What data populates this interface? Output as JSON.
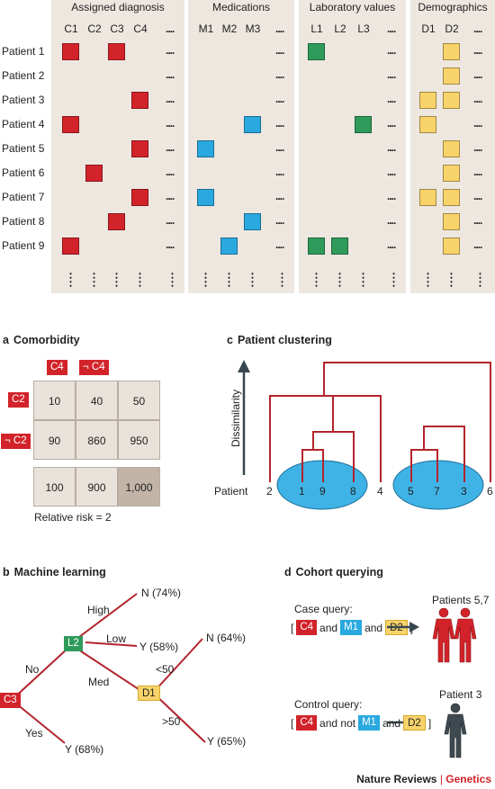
{
  "colors": {
    "diagnosis": "#d2232a",
    "medication": "#29a9df",
    "lab": "#2f9a5a",
    "demographic": "#f8d36a",
    "panel_bg": "#ede7e0",
    "tree_line": "#b3242c",
    "cluster_fill": "#3fb3e6",
    "genetics": "#d2232a"
  },
  "matrix": {
    "groups": [
      {
        "title": "Assigned diagnosis",
        "columns": [
          "C1",
          "C2",
          "C3",
          "C4"
        ],
        "more": "...."
      },
      {
        "title": "Medications",
        "columns": [
          "M1",
          "M2",
          "M3"
        ],
        "more": "...."
      },
      {
        "title": "Laboratory values",
        "columns": [
          "L1",
          "L2",
          "L3"
        ],
        "more": "...."
      },
      {
        "title": "Demographics",
        "columns": [
          "D1",
          "D2"
        ],
        "more": "...."
      }
    ],
    "patients": [
      "Patient 1",
      "Patient 2",
      "Patient 3",
      "Patient 4",
      "Patient 5",
      "Patient 6",
      "Patient 7",
      "Patient 8",
      "Patient 9"
    ],
    "marks": [
      {
        "patient": 1,
        "column": "C1"
      },
      {
        "patient": 1,
        "column": "C3"
      },
      {
        "patient": 1,
        "column": "L1"
      },
      {
        "patient": 1,
        "column": "D2"
      },
      {
        "patient": 2,
        "column": "D2"
      },
      {
        "patient": 3,
        "column": "C4"
      },
      {
        "patient": 3,
        "column": "D1"
      },
      {
        "patient": 3,
        "column": "D2"
      },
      {
        "patient": 4,
        "column": "C1"
      },
      {
        "patient": 4,
        "column": "M3"
      },
      {
        "patient": 4,
        "column": "L3"
      },
      {
        "patient": 4,
        "column": "D1"
      },
      {
        "patient": 5,
        "column": "C4"
      },
      {
        "patient": 5,
        "column": "M1"
      },
      {
        "patient": 5,
        "column": "D2"
      },
      {
        "patient": 6,
        "column": "C2"
      },
      {
        "patient": 6,
        "column": "D2"
      },
      {
        "patient": 7,
        "column": "C4"
      },
      {
        "patient": 7,
        "column": "M1"
      },
      {
        "patient": 7,
        "column": "D1"
      },
      {
        "patient": 7,
        "column": "D2"
      },
      {
        "patient": 8,
        "column": "C3"
      },
      {
        "patient": 8,
        "column": "M3"
      },
      {
        "patient": 8,
        "column": "D2"
      },
      {
        "patient": 9,
        "column": "C1"
      },
      {
        "patient": 9,
        "column": "M2"
      },
      {
        "patient": 9,
        "column": "L1"
      },
      {
        "patient": 9,
        "column": "L2"
      },
      {
        "patient": 9,
        "column": "D2"
      }
    ]
  },
  "comorbidity": {
    "letter": "a",
    "title": "Comorbidity",
    "col_tags": [
      "C4",
      "¬ C4"
    ],
    "row_tags": [
      "C2",
      "¬ C2"
    ],
    "rows": [
      [
        "10",
        "40",
        "50"
      ],
      [
        "90",
        "860",
        "950"
      ],
      [
        "100",
        "900",
        "1,000"
      ]
    ],
    "footer": "Relative risk = 2"
  },
  "clustering": {
    "letter": "c",
    "title": "Patient clustering",
    "axis_label": "Dissimilarity",
    "row_label": "Patient",
    "leaves": [
      "2",
      "1",
      "9",
      "8",
      "4",
      "5",
      "7",
      "3",
      "6"
    ]
  },
  "machine_learning": {
    "letter": "b",
    "title": "Machine learning",
    "root": "C3",
    "node_l2": "L2",
    "node_d1": "D1",
    "edges": {
      "no": "No",
      "yes": "Yes",
      "high": "High",
      "low": "Low",
      "med": "Med",
      "lt50": "<50",
      "gt50": ">50"
    },
    "leaves": {
      "high": "N (74%)",
      "low": "Y (58%)",
      "lt50": "N (64%)",
      "gt50": "Y (65%)",
      "yes": "Y (68%)"
    }
  },
  "cohort": {
    "letter": "d",
    "title": "Cohort querying",
    "case_label": "Case query:",
    "case_result": "Patients 5,7",
    "control_label": "Control query:",
    "control_result": "Patient 3",
    "tag_c4": "C4",
    "tag_m1": "M1",
    "tag_d2": "D2",
    "word_and": "and",
    "word_and_not": "and not",
    "bracket_open": "[",
    "bracket_close": "]"
  },
  "footer": {
    "journal": "Nature Reviews",
    "separator": "|",
    "section": "Genetics"
  }
}
